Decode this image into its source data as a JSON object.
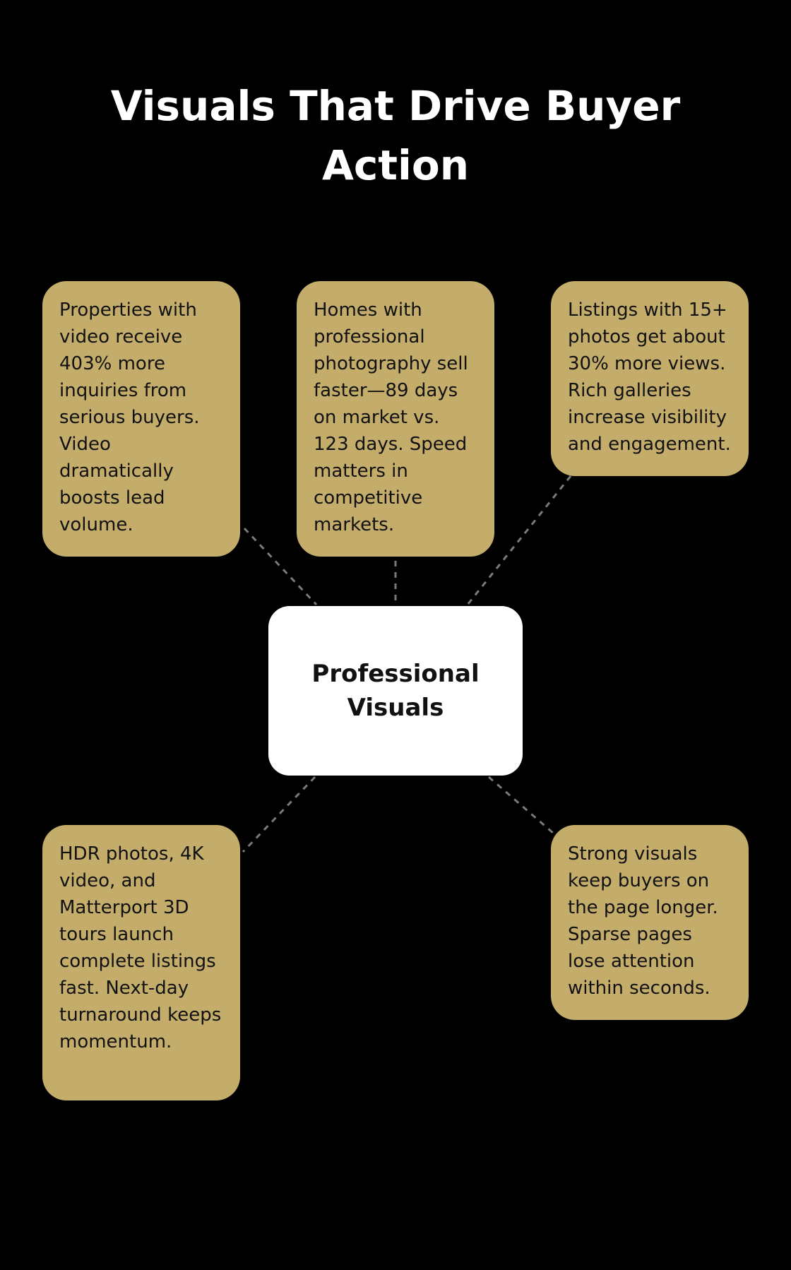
{
  "title": "Visuals That Drive Buyer Action",
  "center": {
    "label": "Professional Visuals",
    "color": "#ffffff"
  },
  "theme": {
    "background": "#000000",
    "card_color": "#c4ad6a",
    "connector_color": "#7a7a7a"
  },
  "cards": [
    {
      "text": "Properties with video receive 403% more inquiries from serious buyers. Video dramatically boosts lead volume."
    },
    {
      "text": "Homes with professional photography sell faster—89 days on market vs. 123 days. Speed matters in competitive markets."
    },
    {
      "text": "Listings with 15+ photos get about 30% more views. Rich galleries increase visibility and engagement."
    },
    {
      "text": "HDR photos, 4K video, and Matterport 3D tours launch complete listings fast. Next-day turnaround keeps momentum."
    },
    {
      "text": "Strong visuals keep buyers on the page longer. Sparse pages lose attention within seconds."
    }
  ]
}
